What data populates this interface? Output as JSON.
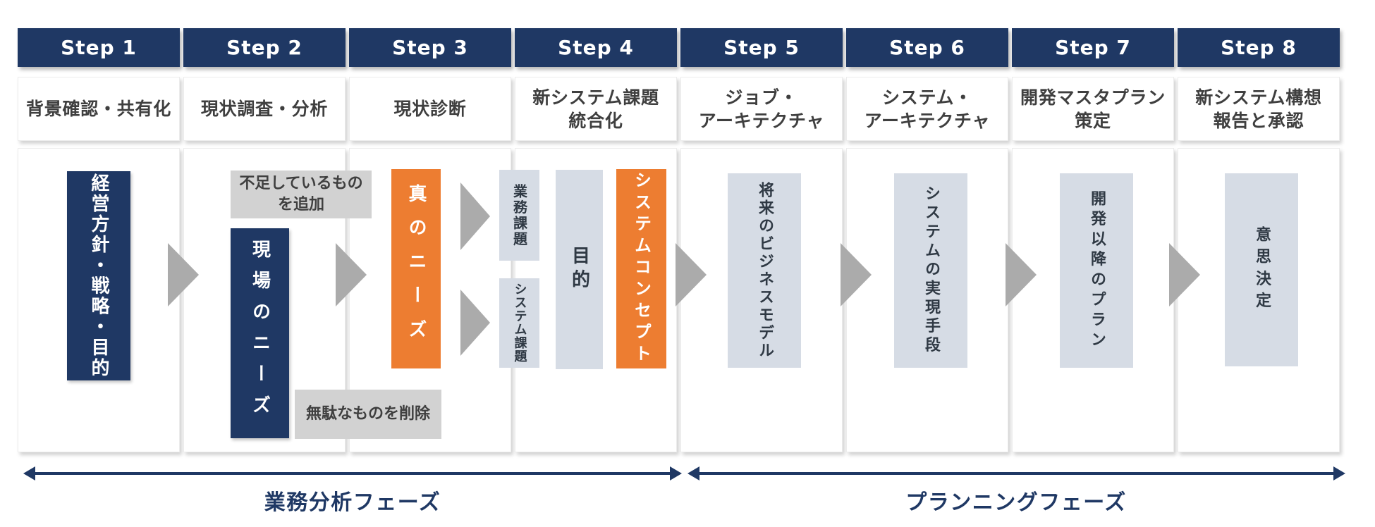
{
  "steps": [
    {
      "label": "Step 1",
      "subtitle": "背景確認・共有化",
      "boxes": [
        {
          "name": "management-policy",
          "text": "経営方針・戦略・目的",
          "type": "navy"
        }
      ]
    },
    {
      "label": "Step 2",
      "subtitle": "現状調査・分析",
      "boxes": [
        {
          "name": "add-missing",
          "text": "不足しているもの\nを追加",
          "type": "gray"
        },
        {
          "name": "field-needs",
          "text": "現場のニーズ",
          "type": "navy"
        },
        {
          "name": "remove-waste",
          "text": "無駄なものを削除",
          "type": "gray"
        }
      ]
    },
    {
      "label": "Step 3",
      "subtitle": "現状診断",
      "boxes": [
        {
          "name": "true-needs",
          "text": "真のニーズ",
          "type": "orange"
        }
      ]
    },
    {
      "label": "Step 4",
      "subtitle": "新システム課題\n統合化",
      "boxes": [
        {
          "name": "business-issues",
          "text": "業務課題",
          "type": "lightblue"
        },
        {
          "name": "system-issues",
          "text": "システム課題",
          "type": "lightblue"
        },
        {
          "name": "purpose",
          "text": "目的",
          "type": "lightblue"
        },
        {
          "name": "system-concept",
          "text": "システムコンセプト",
          "type": "orange"
        }
      ]
    },
    {
      "label": "Step 5",
      "subtitle": "ジョブ・\nアーキテクチャ",
      "boxes": [
        {
          "name": "future-business-model",
          "text": "将来のビジネスモデル",
          "type": "lightblue"
        }
      ]
    },
    {
      "label": "Step 6",
      "subtitle": "システム・\nアーキテクチャ",
      "boxes": [
        {
          "name": "system-realization",
          "text": "システムの実現手段",
          "type": "lightblue"
        }
      ]
    },
    {
      "label": "Step 7",
      "subtitle": "開発マスタプラン\n策定",
      "boxes": [
        {
          "name": "post-dev-plan",
          "text": "開発以降のプラン",
          "type": "lightblue"
        }
      ]
    },
    {
      "label": "Step 8",
      "subtitle": "新システム構想\n報告と承認",
      "boxes": [
        {
          "name": "decision",
          "text": "意思決定",
          "type": "lightblue"
        }
      ]
    }
  ],
  "phases": [
    {
      "label": "業務分析フェーズ"
    },
    {
      "label": "プランニングフェーズ"
    }
  ],
  "colors": {
    "navy": "#1f3864",
    "orange": "#ed7d31",
    "lightblue": "#d6dce5",
    "gray_box": "#d2d2d2",
    "arrow_gray": "#ababab",
    "subtitle_text": "#3f3f3f",
    "white": "#ffffff"
  }
}
